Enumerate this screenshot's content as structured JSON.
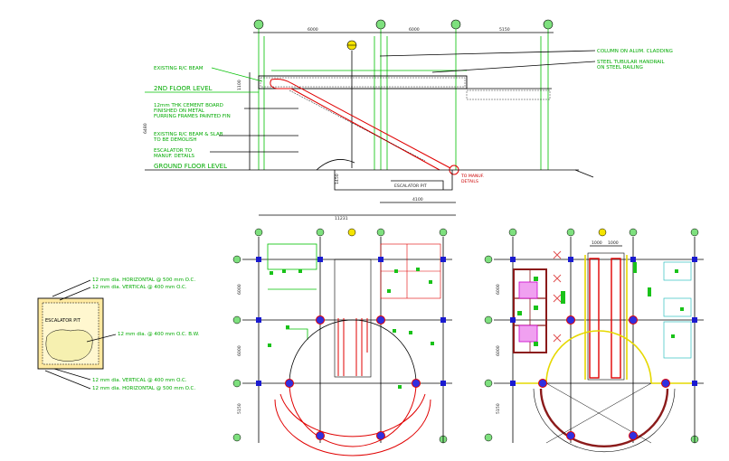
{
  "section": {
    "dims_top": [
      "6000",
      "6000",
      "5150"
    ],
    "dims_bottom": [
      "4100",
      "11231"
    ],
    "dim_left": "6480",
    "dim_mid": "1100",
    "dim_pit": "1450",
    "notes_left": {
      "existing_beam_top": "EXISTING R/C BEAM",
      "second_floor": "2ND FLOOR LEVEL",
      "cement_board": [
        "12mm THK CEMENT BOARD",
        "FINISHED ON METAL",
        "FURRING FRAMES PAINTED FIN"
      ],
      "existing_beam_slab": [
        "EXISTING R/C BEAM & SLAB",
        "TO BE DEMOLISH"
      ],
      "escalator_manuf": [
        "ESCALATOR TO",
        "MANUF. DETAILS"
      ],
      "ground_floor": "GROUND FLOOR LEVEL"
    },
    "notes_right": {
      "cladding": "COLUMN ON ALUM. CLADDING",
      "handrail": [
        "STEEL TUBULAR HANDRAIL",
        "ON STEEL RAILING"
      ]
    },
    "pit_label": "ESCALATOR PIT",
    "manuf_label": [
      "TO MANUF.",
      "DETAILS"
    ]
  },
  "pit_detail": {
    "title": "ESCALATOR PIT",
    "notes": [
      "12 mm dia. HORIZONTAL @ 500 mm O.C.",
      "12 mm dia. VERTICAL @ 400 mm O.C.",
      "12 mm dia. @ 400 mm O.C. B.W.",
      "12 mm dia. VERTICAL @ 400 mm O.C.",
      "12 mm dia. HORIZONTAL @ 500 mm O.C."
    ]
  },
  "plan_ground": {
    "dims_left": [
      "6000",
      "6000",
      "5150"
    ]
  },
  "plan_second": {
    "dims_left": [
      "6000",
      "6000",
      "5150"
    ],
    "dims_top": [
      "1000",
      "1000"
    ]
  },
  "colors": {
    "line": "#000000",
    "green": "#00c000",
    "red": "#e00000",
    "blue": "#0000cc",
    "yellow": "#e6d800",
    "magenta": "#cc00cc"
  }
}
